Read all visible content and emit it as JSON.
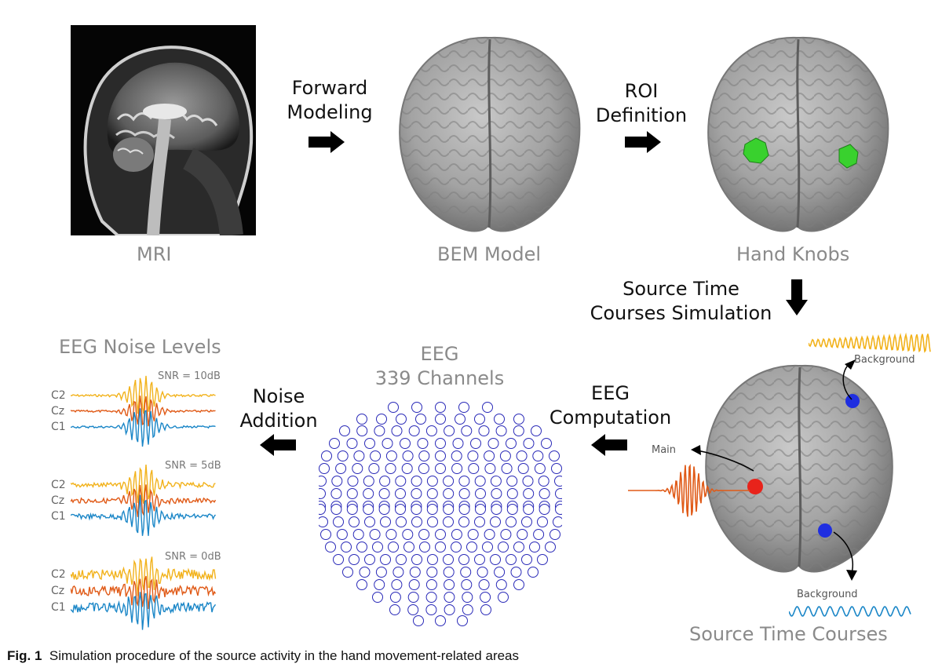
{
  "colors": {
    "brain": "#9f9f9f",
    "brain_dark": "#6f6f6f",
    "roi": "#39d12e",
    "main_source": "#e8231b",
    "background_source": "#1f2ee0",
    "c2_trace": "#f2b21b",
    "cz_trace": "#e05a17",
    "c1_trace": "#1a86c7",
    "electrode": "#2a2ab8"
  },
  "top_row": {
    "mri_label": "MRI",
    "step1": "Forward\nModeling",
    "bem_label": "BEM Model",
    "step2": "ROI\nDefinition",
    "hand_label": "Hand Knobs"
  },
  "middle": {
    "step3": "Source Time\nCourses Simulation"
  },
  "bottom_row": {
    "source_panel": {
      "title": "Source Time Courses",
      "background_top": "Background",
      "background_bottom": "Background",
      "main": "Main"
    },
    "step4": "EEG\nComputation",
    "eeg_title_line1": "EEG",
    "eeg_title_line2": "339 Channels",
    "step5": "Noise\nAddition",
    "noise_title": "EEG Noise Levels",
    "noise_groups": [
      {
        "snr": "SNR = 10dB",
        "channels": [
          "C2",
          "Cz",
          "C1"
        ],
        "noise": 0.15
      },
      {
        "snr": "SNR = 5dB",
        "channels": [
          "C2",
          "Cz",
          "C1"
        ],
        "noise": 0.35
      },
      {
        "snr": "SNR = 0dB",
        "channels": [
          "C2",
          "Cz",
          "C1"
        ],
        "noise": 0.7
      }
    ]
  },
  "caption": {
    "label": "Fig. 1",
    "text": "Simulation procedure of the source activity in the hand movement-related areas"
  }
}
